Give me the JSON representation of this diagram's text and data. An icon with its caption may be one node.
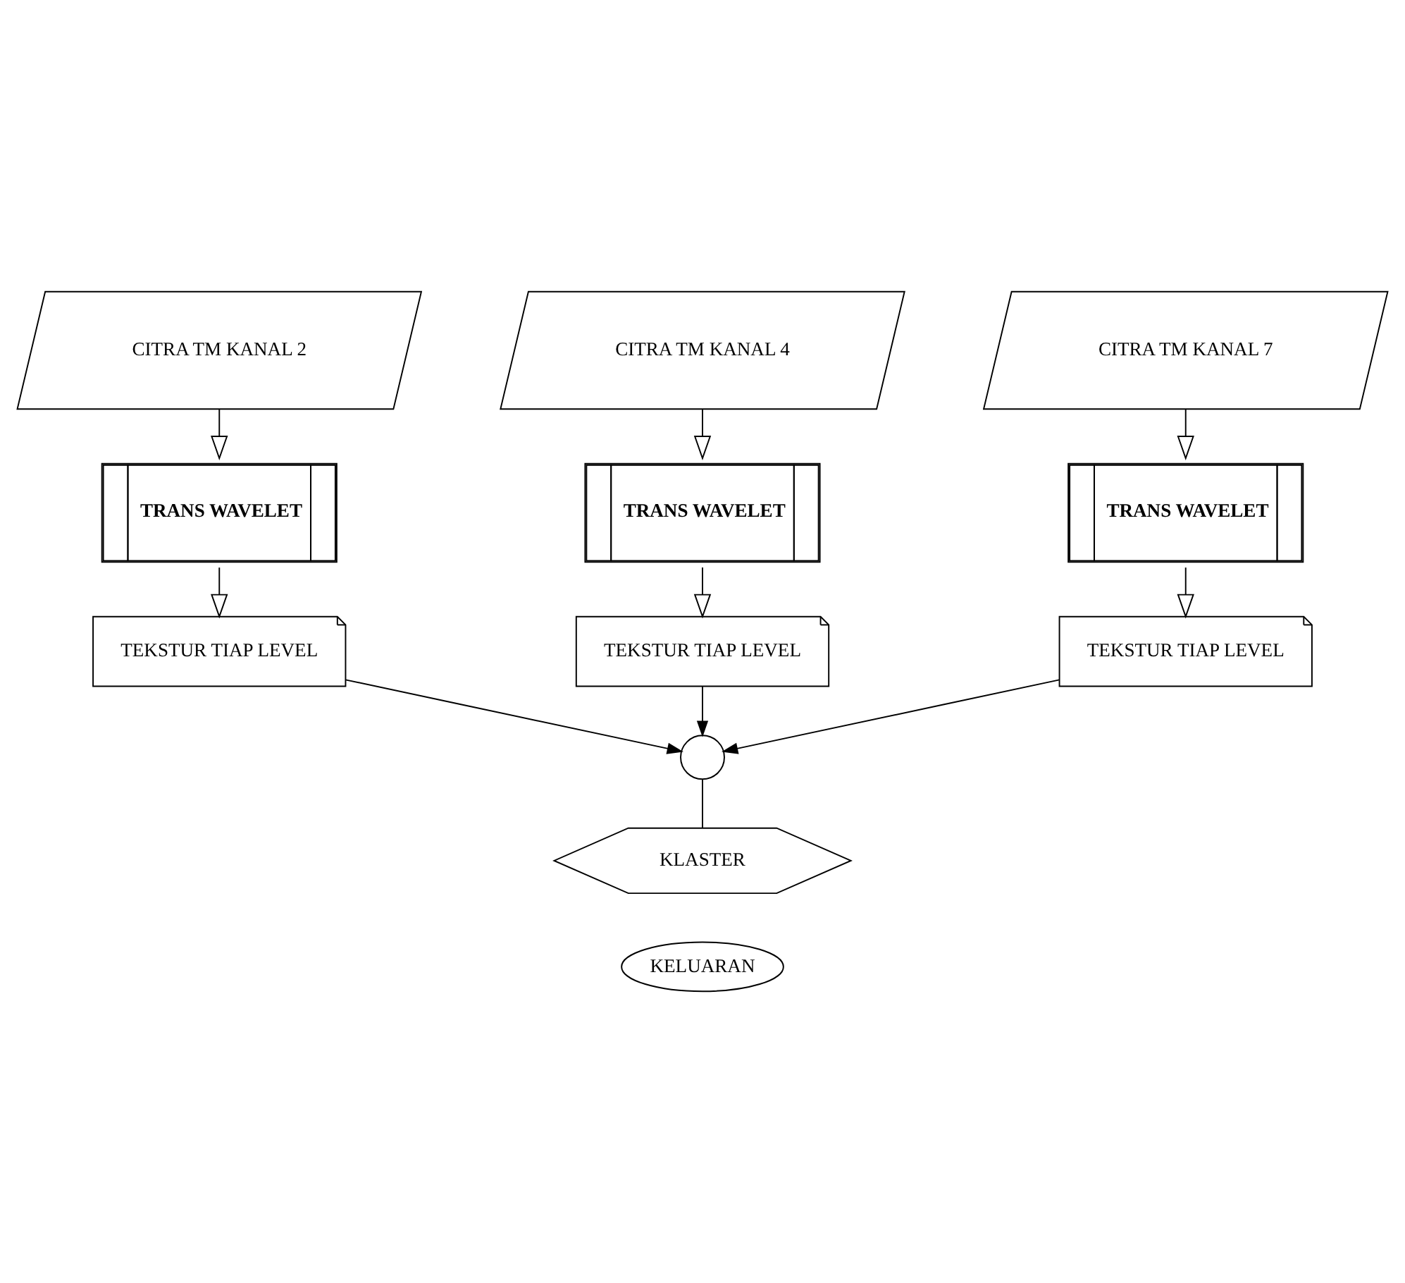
{
  "diagram": {
    "nodes": [
      {
        "text": [
          "CITRA TM KANAL 2"
        ]
      },
      {
        "text": [
          "CITRA TM KANAL 4"
        ]
      },
      {
        "text": [
          "CITRA TM KANAL 7"
        ]
      },
      {
        "text": [
          "TRANS WAVELET"
        ]
      },
      {
        "text": [
          "TRANS WAVELET"
        ]
      },
      {
        "text": [
          "TRANS WAVELET"
        ]
      },
      {
        "text": [
          "TEKSTUR TIAP LEVEL"
        ]
      },
      {
        "text": [
          "TEKSTUR TIAP LEVEL"
        ]
      },
      {
        "text": [
          "TEKSTUR TIAP LEVEL"
        ]
      },
      {
        "text": [],
        "shape": "circle"
      },
      {
        "text": [
          "KLASTER"
        ]
      },
      {
        "text": [
          "KELUARAN"
        ]
      }
    ],
    "edges": [
      {
        "from": 0,
        "to": 3,
        "arrow": "to"
      },
      {
        "from": 1,
        "to": 4,
        "arrow": "to"
      },
      {
        "from": 2,
        "to": 5,
        "arrow": "to"
      },
      {
        "from": 3,
        "to": 6,
        "arrow": "to"
      },
      {
        "from": 4,
        "to": 7,
        "arrow": "to"
      },
      {
        "from": 5,
        "to": 8,
        "arrow": "to"
      },
      {
        "from": 6,
        "to": 9,
        "arrow": "to"
      },
      {
        "from": 7,
        "to": 9,
        "arrow": "to"
      },
      {
        "from": 8,
        "to": 9,
        "arrow": "to"
      },
      {
        "from": 9,
        "to": 10,
        "arrow": "none"
      }
    ]
  }
}
